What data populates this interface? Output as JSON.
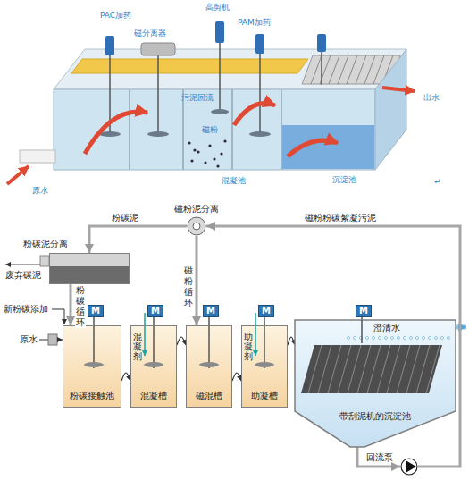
{
  "diagram": {
    "nodes": [
      {
        "text": [
          "粉碳泥分离"
        ]
      },
      {
        "text": [
          "磁粉泥分离"
        ]
      },
      {
        "text": [
          "粉碳接触池"
        ]
      },
      {
        "text": [
          "混凝槽"
        ]
      },
      {
        "text": [
          "磁混槽"
        ]
      },
      {
        "text": [
          "助凝槽"
        ]
      },
      {
        "text": [
          "带刮泥机的沉淀池"
        ]
      },
      {
        "text": [
          "M"
        ]
      },
      {
        "text": [
          "M"
        ]
      },
      {
        "text": [
          "M"
        ]
      },
      {
        "text": [
          "M"
        ]
      },
      {
        "text": [
          "M"
        ]
      },
      {
        "text": [
          "回流泵"
        ]
      }
    ],
    "edges": [
      {
        "from": 1,
        "to": 0,
        "arrow": "to",
        "label": "粉碳泥"
      },
      {
        "from": 0,
        "to": 2,
        "arrow": "to",
        "label": "粉碳循环"
      },
      {
        "from": 1,
        "to": 4,
        "arrow": "to",
        "label": "磁粉循环"
      },
      {
        "from": 2,
        "to": 3,
        "arrow": "to"
      },
      {
        "from": 3,
        "to": 4,
        "arrow": "to"
      },
      {
        "from": 4,
        "to": 5,
        "arrow": "to"
      },
      {
        "from": 5,
        "to": 6,
        "arrow": "to"
      },
      {
        "from": 6,
        "to": 12,
        "arrow": "to"
      },
      {
        "from": 12,
        "to": 1,
        "arrow": "to",
        "label": "磁粉粉碳絮凝污泥"
      }
    ],
    "labels": [
      "PAC加药",
      "高剪机",
      "磁分离器",
      "PAM加药",
      "污泥回流",
      "磁粉",
      "出水",
      "原水",
      "混凝池",
      "沉淀池",
      "↵",
      "废弃碳泥",
      "新粉碳添加",
      "原水",
      "混凝剂",
      "助凝剂",
      "澄清水"
    ]
  }
}
